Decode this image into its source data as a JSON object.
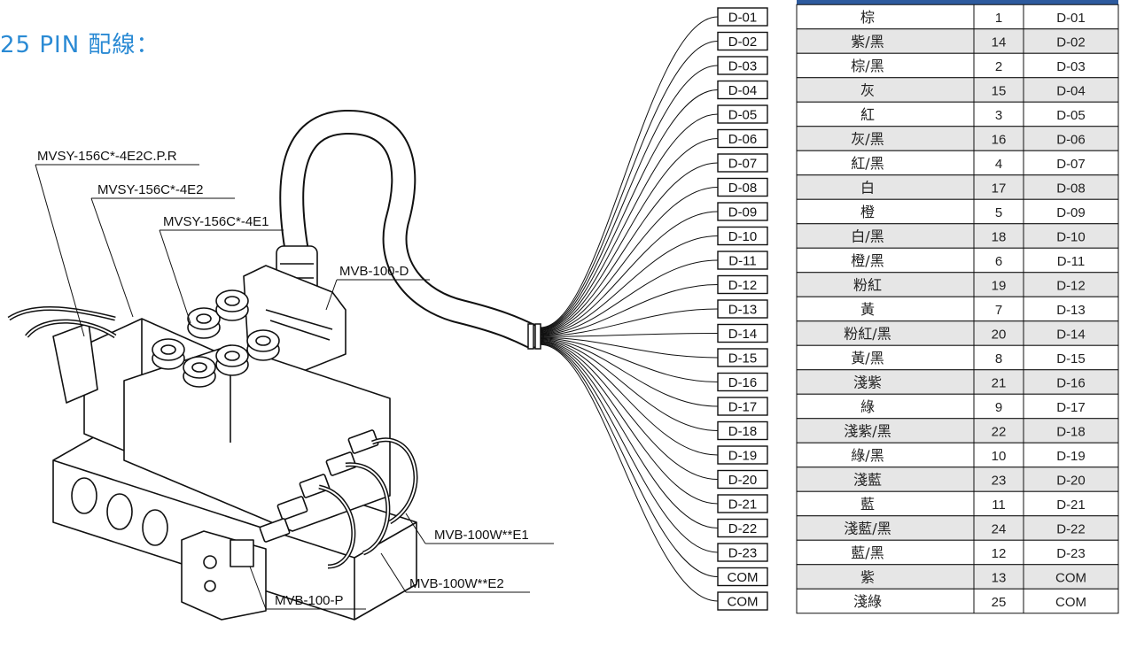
{
  "title": "25 PIN 配線：",
  "part_labels": {
    "mvsy_4e2cpr": "MVSY-156C*-4E2C.P.R",
    "mvsy_4e2": "MVSY-156C*-4E2",
    "mvsy_4e1": "MVSY-156C*-4E1",
    "mvb_100d": "MVB-100-D",
    "mvb_100w_e1": "MVB-100W**E1",
    "mvb_100w_e2": "MVB-100W**E2",
    "mvb_100p": "MVB-100-P"
  },
  "wires": [
    {
      "tag": "D-01",
      "color": "棕",
      "pin": "1",
      "terminal": "D-01"
    },
    {
      "tag": "D-02",
      "color": "紫/黑",
      "pin": "14",
      "terminal": "D-02"
    },
    {
      "tag": "D-03",
      "color": "棕/黑",
      "pin": "2",
      "terminal": "D-03"
    },
    {
      "tag": "D-04",
      "color": "灰",
      "pin": "15",
      "terminal": "D-04"
    },
    {
      "tag": "D-05",
      "color": "紅",
      "pin": "3",
      "terminal": "D-05"
    },
    {
      "tag": "D-06",
      "color": "灰/黑",
      "pin": "16",
      "terminal": "D-06"
    },
    {
      "tag": "D-07",
      "color": "紅/黑",
      "pin": "4",
      "terminal": "D-07"
    },
    {
      "tag": "D-08",
      "color": "白",
      "pin": "17",
      "terminal": "D-08"
    },
    {
      "tag": "D-09",
      "color": "橙",
      "pin": "5",
      "terminal": "D-09"
    },
    {
      "tag": "D-10",
      "color": "白/黑",
      "pin": "18",
      "terminal": "D-10"
    },
    {
      "tag": "D-11",
      "color": "橙/黑",
      "pin": "6",
      "terminal": "D-11"
    },
    {
      "tag": "D-12",
      "color": "粉紅",
      "pin": "19",
      "terminal": "D-12"
    },
    {
      "tag": "D-13",
      "color": "黃",
      "pin": "7",
      "terminal": "D-13"
    },
    {
      "tag": "D-14",
      "color": "粉紅/黑",
      "pin": "20",
      "terminal": "D-14"
    },
    {
      "tag": "D-15",
      "color": "黃/黑",
      "pin": "8",
      "terminal": "D-15"
    },
    {
      "tag": "D-16",
      "color": "淺紫",
      "pin": "21",
      "terminal": "D-16"
    },
    {
      "tag": "D-17",
      "color": "綠",
      "pin": "9",
      "terminal": "D-17"
    },
    {
      "tag": "D-18",
      "color": "淺紫/黑",
      "pin": "22",
      "terminal": "D-18"
    },
    {
      "tag": "D-19",
      "color": "綠/黑",
      "pin": "10",
      "terminal": "D-19"
    },
    {
      "tag": "D-20",
      "color": "淺藍",
      "pin": "23",
      "terminal": "D-20"
    },
    {
      "tag": "D-21",
      "color": "藍",
      "pin": "11",
      "terminal": "D-21"
    },
    {
      "tag": "D-22",
      "color": "淺藍/黑",
      "pin": "24",
      "terminal": "D-22"
    },
    {
      "tag": "D-23",
      "color": "藍/黑",
      "pin": "12",
      "terminal": "D-23"
    },
    {
      "tag": "COM",
      "color": "紫",
      "pin": "13",
      "terminal": "COM"
    },
    {
      "tag": "COM",
      "color": "淺綠",
      "pin": "25",
      "terminal": "COM"
    }
  ],
  "colors": {
    "title": "#2a8ad4",
    "row_shade": "#e6e6e6",
    "table_header": "#2d5a9e"
  }
}
